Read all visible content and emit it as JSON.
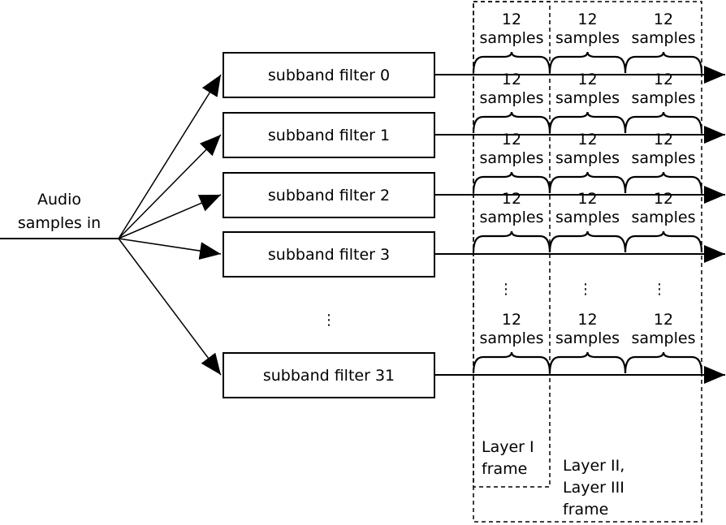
{
  "input": {
    "label_line1": "Audio",
    "label_line2": "samples in"
  },
  "filters": [
    {
      "label": "subband filter 0"
    },
    {
      "label": "subband filter 1"
    },
    {
      "label": "subband filter 2"
    },
    {
      "label": "subband filter 3"
    },
    {
      "label": "subband filter 31"
    }
  ],
  "filters_ellipsis": "⋮",
  "group": {
    "count": "12",
    "unit": "samples"
  },
  "groups_ellipsis": "⋮",
  "frames": {
    "layer1": {
      "line1": "Layer I",
      "line2": "frame"
    },
    "layer23": {
      "line1": "Layer II,",
      "line2": "Layer III",
      "line3": "frame"
    }
  }
}
